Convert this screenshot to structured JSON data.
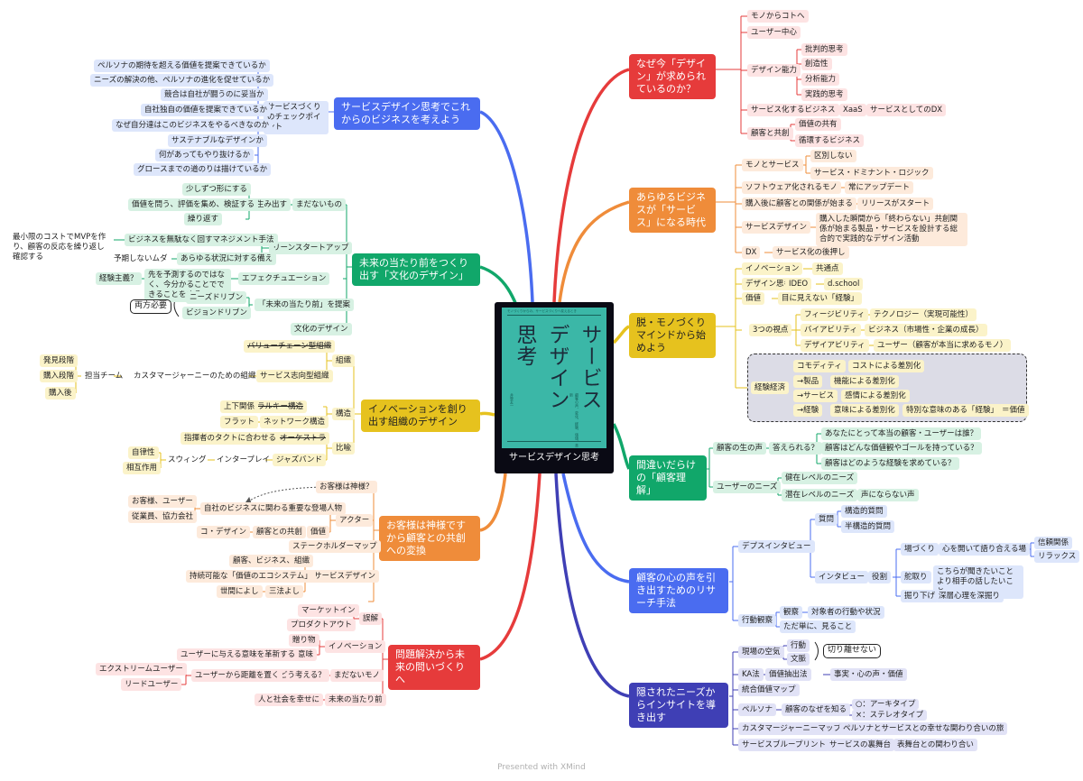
{
  "center": {
    "cover_line_top": "モノづくりからの、サービスづくりへ変えるとき",
    "cover_title_a": "サービス",
    "cover_title_b": "デザイン",
    "cover_title_c": "思考",
    "cover_sub": "顧客の声、変化、経験、価値、革新",
    "cover_author": "井登友一",
    "label": "サービスデザイン思考"
  },
  "colors": {
    "red": "#e63b3b",
    "orange": "#ef8c3a",
    "yellow": "#e6c21e",
    "green": "#11a76a",
    "blue": "#4a6cf0",
    "navy": "#3f3fb5"
  },
  "branches": {
    "b1": {
      "label": "なぜ今「デザイン」が求められているのか？",
      "n1": "モノからコトへ",
      "n2": "ユーザー中心",
      "n3": "デザイン能力",
      "n3a": "批判的思考",
      "n3b": "創造性",
      "n3c": "分析能力",
      "n3d": "実践的思考",
      "n4": "サービス化するビジネス",
      "n4a": "XaaS",
      "n4b": "サービスとしてのDX",
      "n5": "顧客と共創",
      "n5a": "価値の共有",
      "n5b": "循環するビジネス"
    },
    "b2": {
      "label": "あらゆるビジネスが「サービス」になる時代",
      "n1": "モノとサービス",
      "n1a": "区別しない",
      "n1b": "サービス・ドミナント・ロジック",
      "n2": "ソフトウェア化されるモノ",
      "n2a": "常にアップデート",
      "n3": "購入後に顧客との関係が始まる",
      "n3a": "リリースがスタート",
      "n4": "サービスデザイン",
      "n4a": "購入した瞬間から「終わらない」共創関係が始まる製品・サービスを設計する総合的で実践的なデザイン活動",
      "n5": "DX",
      "n5a": "サービス化の後押し"
    },
    "b3": {
      "label": "脱・モノづくりマインドから始めよう",
      "n1": "イノベーション",
      "n1a": "共通点",
      "n2": "デザイン思考",
      "n2a": "IDEO",
      "n2b": "d.school",
      "n3": "価値",
      "n3a": "目に見えない「経験」",
      "n4": "3つの視点",
      "n4a": "フィージビリティ",
      "n4a1": "テクノロジー（実現可能性）",
      "n4b": "バイアビリティ",
      "n4b1": "ビジネス（市場性・企業の成長）",
      "n4c": "デザイアビリティ",
      "n4c1": "ユーザー（顧客が本当に求めるモノ）",
      "n5": "経験経済",
      "n5a": "コモディティ",
      "n5a1": "コストによる差別化",
      "n5b": "→製品",
      "n5b1": "機能による差別化",
      "n5c": "→サービス",
      "n5c1": "感情による差別化",
      "n5d": "→経験",
      "n5d1": "意味による差別化",
      "n5d2": "特別な意味のある「経験」",
      "n5d3": "＝価値"
    },
    "b4": {
      "label": "間違いだらけの「顧客理解」",
      "n1": "顧客の生の声",
      "n1a": "答えられる？",
      "n1a1": "あなたにとって本当の顧客・ユーザーは誰？",
      "n1a2": "顧客はどんな価値観やゴールを持っている？",
      "n1a3": "顧客はどのような経験を求めている？",
      "n2": "ユーザーのニーズ",
      "n2a": "健在レベルのニーズ",
      "n2b": "潜在レベルのニーズ",
      "n2b1": "声にならない声"
    },
    "b5": {
      "label": "顧客の心の声を引き出すためのリサーチ手法",
      "n1": "デプスインタビュー",
      "n1a": "質問",
      "n1a1": "構造的質問",
      "n1a2": "半構造的質問",
      "n1b": "インタビュー",
      "n1b1": "役割",
      "n1b1a": "場づくり",
      "n1b1a1": "心を開いて語り合える場",
      "n1b1a2": "信頼関係",
      "n1b1a3": "リラックス",
      "n1b1b": "舵取り",
      "n1b1b1": "こちらが聞きたいことより相手の話したいこと",
      "n1b1c": "掘り下げ",
      "n1b1c1": "深層心理を深掘り",
      "n2": "行動観察",
      "n2a": "観察",
      "n2a1": "対象者の行動や状況",
      "n2b": "ただ単に、見ること"
    },
    "b6": {
      "label": "隠されたニーズからインサイトを導き出す",
      "n1": "現場の空気",
      "n1a": "行動",
      "n1b": "文脈",
      "n1c": "切り離せない",
      "n2": "KA法",
      "n2a": "価値抽出法",
      "n2b": "事実・心の声・価値",
      "n3": "統合価値マップ",
      "n4": "ペルソナ",
      "n4a": "顧客のなぜを知る",
      "n4b": "○：アーキタイプ",
      "n4c": "×：ステレオタイプ",
      "n5": "カスタマージャーニーマップ",
      "n5a": "ペルソナとサービスとの幸せな関わり合いの旅",
      "n6": "サービスブループリント",
      "n6a": "サービスの裏舞台",
      "n6b": "表舞台との関わり合い"
    },
    "b7": {
      "label": "サービスデザイン思考でこれからのビジネスを考えよう",
      "n1": "サービスづくりのチェックポイント",
      "n1a": "ペルソナの期待を超える価値を提案できているか",
      "n1b": "ニーズの解決の他、ペルソナの進化を促せているか",
      "n1c": "競合は自社が闘うのに妥当か",
      "n1d": "自社独自の価値を提案できているか",
      "n1e": "なぜ自分達はこのビジネスをやるべきなのか",
      "n1f": "サステナブルなデザインか",
      "n1g": "何があってもやり抜けるか",
      "n1h": "グロースまでの道のりは描けているか"
    },
    "b8": {
      "label": "未来の当たり前をつくり出す「文化のデザイン」",
      "n1": "まだないもの",
      "n1a": "生み出す",
      "n1a1": "少しずつ形にする",
      "n1a2": "価値を問う、評価を集め、検証する",
      "n1a3": "繰り返す",
      "n2": "リーンスタートアップ",
      "n2a": "ビジネスを無駄なく回すマネジメント手法",
      "n2a1": "最小限のコストでMVPを作り、顧客の反応を繰り返し確認する",
      "n2b": "あらゆる状況に対する備え",
      "n2b1": "予期しないムダ",
      "n3": "エフェクチュエーション",
      "n3a": "先を予測するのではなく、今分かることでできることをする",
      "n3a1": "経験主義？",
      "n4": "「未来の当たり前」を提案",
      "n4a": "ニーズドリブン",
      "n4b": "ビジョンドリブン",
      "n4c": "両方必要",
      "n5": "文化のデザイン"
    },
    "b9": {
      "label": "イノベーションを創り出す組織のデザイン",
      "n1": "組織",
      "n1a": "バリューチェーン型組織",
      "n1b": "サービス志向型組織",
      "n1b1": "カスタマージャーニーのための組織",
      "n1b2": "担当チーム",
      "n1b3": "発見段階",
      "n1b4": "購入段階",
      "n1b5": "購入後",
      "n2": "構造",
      "n2a": "ヒエラルキー構造",
      "n2a1": "上下関係",
      "n2b": "ネットワーク構造",
      "n2b1": "フラット",
      "n3": "比喩",
      "n3a": "オーケストラ",
      "n3a1": "指揮者のタクトに合わせる",
      "n3b": "ジャズバンド",
      "n3b1": "インタープレイ",
      "n3b2": "スウィング",
      "n3b3": "自律性",
      "n3b4": "相互作用"
    },
    "b10": {
      "label": "お客様は神様ですから顧客との共創への変換",
      "n1": "お客様は神様？",
      "n2": "アクター",
      "n2a": "自社のビジネスに関わる重要な登場人物",
      "n2a1": "お客様、ユーザー",
      "n2a2": "従業員、協力会社",
      "n2b": "価値",
      "n2b1": "顧客との共創",
      "n2b2": "コ・デザイン",
      "n3": "ステークホルダーマップ",
      "n4": "サービスデザイン",
      "n4a": "顧客、ビジネス、組織",
      "n4b": "持続可能な「価値のエコシステム」",
      "n4c": "三法よし",
      "n4c1": "世間によし"
    },
    "b11": {
      "label": "問題解決から未来の問いづくりへ",
      "n1": "誤解",
      "n1a": "マーケットイン",
      "n1b": "プロダクトアウト",
      "n2": "イノベーション",
      "n2a": "贈り物",
      "n2b": "意味",
      "n2b1": "ユーザーに与える意味を革新する",
      "n3": "まだないモノ",
      "n3a": "どう考える？",
      "n3a1": "ユーザーから距離を置く",
      "n3a2": "エクストリームユーザー",
      "n3a3": "リードユーザー",
      "n4": "未来の当たり前",
      "n4a": "人と社会を幸せに"
    }
  },
  "footer": "Presented with XMind"
}
